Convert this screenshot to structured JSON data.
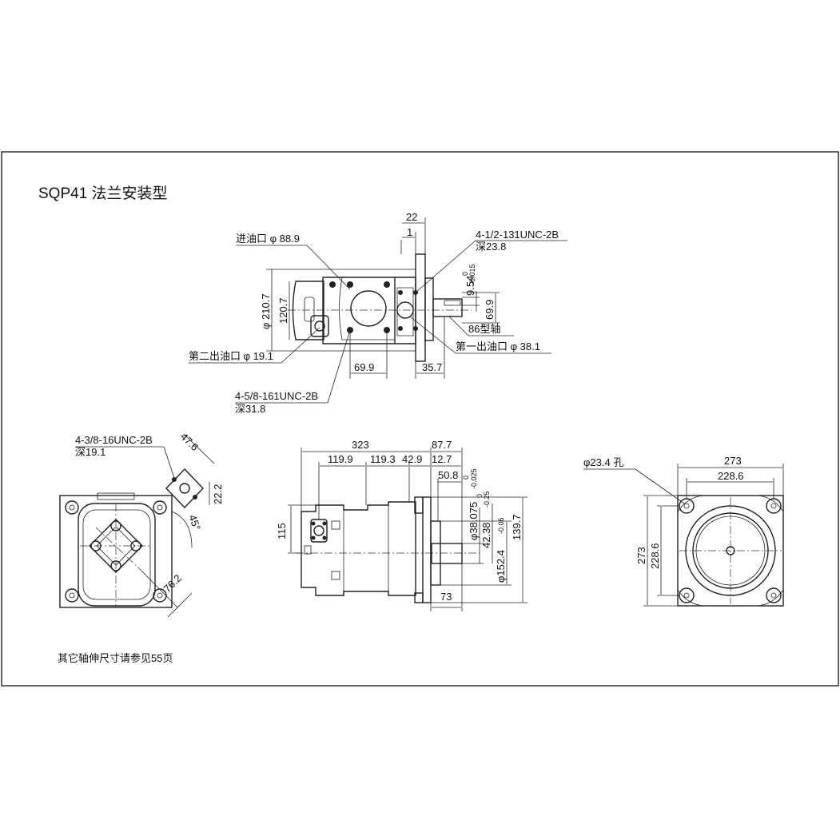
{
  "title": "SQP41 法兰安装型",
  "note": "其它轴伸尺寸请参见55页",
  "top_view": {
    "dim_22": "22",
    "dim_1": "1",
    "inlet": "进油口 φ 88.9",
    "outlet2": "第二出油口 φ 19.1",
    "dia_210": "φ 210.7",
    "dim_120_7": "120.7",
    "dim_69_9_h": "69.9",
    "dim_35_7": "35.7",
    "thread_a": "4-1/2-131UNC-2B",
    "depth_a": "深23.8",
    "dim_9_54": "9.54",
    "tol_9_54_up": "0",
    "tol_9_54_low": "-0.015",
    "dim_69_9_v": "69.9",
    "shaft": "86型轴",
    "outlet1": "第一出油口 φ 38.1",
    "thread_b": "4-5/8-161UNC-2B",
    "depth_b": "深31.8"
  },
  "left_view": {
    "thread": "4-3/8-16UNC-2B",
    "depth": "深19.1",
    "dim_47_6": "47.6",
    "dim_22_2": "22.2",
    "angle": "45°",
    "dim_76_2": "76.2"
  },
  "front_view": {
    "dim_323": "323",
    "dim_87_7": "87.7",
    "dim_119_9": "119.9",
    "dim_119_3": "119.3",
    "dim_42_9": "42.9",
    "dim_12_7": "12.7",
    "dim_50_8": "50.8",
    "dim_115": "115",
    "dim_38_075": "φ38.075",
    "tol_38_up": "0",
    "tol_38_low": "-0.025",
    "dim_42_38": "42.38",
    "tol_42_up": "0",
    "tol_42_low": "-0.25",
    "dim_152_4": "φ152.4",
    "tol_152_low": "-0.06",
    "dim_139_7": "139.7",
    "dim_73": "73"
  },
  "right_view": {
    "hole": "φ23.4 孔",
    "dim_273_h": "273",
    "dim_228_6_h": "228.6",
    "dim_273_v": "273",
    "dim_228_6_v": "228.6"
  }
}
